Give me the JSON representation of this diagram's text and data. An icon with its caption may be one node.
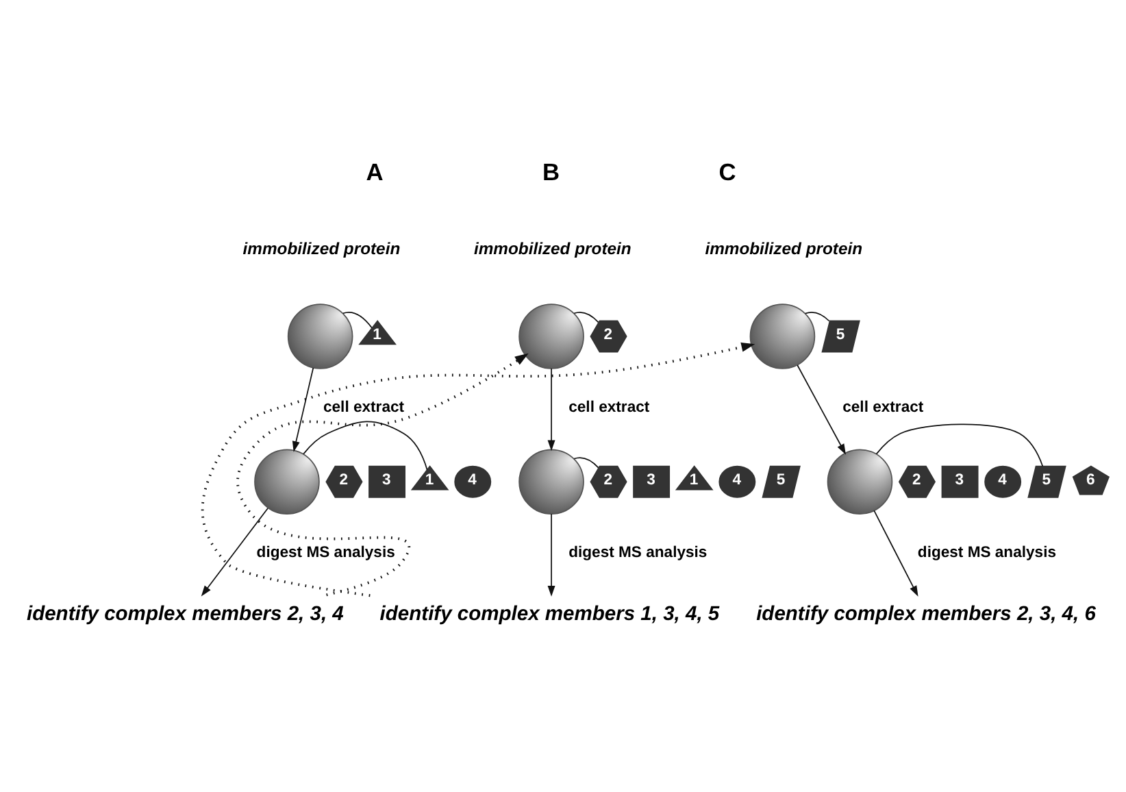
{
  "diagram": {
    "nodes": [
      {
        "text": [],
        "shape": "circle"
      },
      {
        "text": [
          "1"
        ]
      },
      {
        "text": [],
        "shape": "circle"
      },
      {
        "text": [
          "2"
        ]
      },
      {
        "text": [
          "3"
        ]
      },
      {
        "text": [
          "1"
        ]
      },
      {
        "text": [
          "4"
        ]
      },
      {
        "text": [
          "identify complex members 2, 3, 4"
        ]
      },
      {
        "text": [],
        "shape": "circle"
      },
      {
        "text": [
          "2"
        ]
      },
      {
        "text": [],
        "shape": "circle"
      },
      {
        "text": [
          "2"
        ]
      },
      {
        "text": [
          "3"
        ]
      },
      {
        "text": [
          "1"
        ]
      },
      {
        "text": [
          "4"
        ]
      },
      {
        "text": [
          "5"
        ]
      },
      {
        "text": [
          "identify complex members 1, 3, 4, 5"
        ]
      },
      {
        "text": [],
        "shape": "circle"
      },
      {
        "text": [
          "5"
        ]
      },
      {
        "text": [],
        "shape": "circle"
      },
      {
        "text": [
          "2"
        ]
      },
      {
        "text": [
          "3"
        ]
      },
      {
        "text": [
          "4"
        ]
      },
      {
        "text": [
          "5"
        ]
      },
      {
        "text": [
          "6"
        ]
      },
      {
        "text": [
          "identify complex members 2, 3, 4, 6"
        ]
      }
    ],
    "edges": [
      {
        "from": 0,
        "to": 1,
        "arrow": "none"
      },
      {
        "from": 0,
        "to": 2,
        "arrow": "to",
        "label": "cell extract"
      },
      {
        "from": 2,
        "to": 5,
        "arrow": "none"
      },
      {
        "from": 2,
        "to": 7,
        "arrow": "to",
        "label": "digest MS analysis"
      },
      {
        "from": 7,
        "to": 8,
        "arrow": "to",
        "style": "dashed"
      },
      {
        "from": 8,
        "to": 9,
        "arrow": "none"
      },
      {
        "from": 8,
        "to": 10,
        "arrow": "to",
        "label": "cell extract"
      },
      {
        "from": 10,
        "to": 11,
        "arrow": "none"
      },
      {
        "from": 10,
        "to": 16,
        "arrow": "to",
        "label": "digest MS analysis"
      },
      {
        "from": 16,
        "to": 17,
        "arrow": "to",
        "style": "dashed"
      },
      {
        "from": 17,
        "to": 18,
        "arrow": "none"
      },
      {
        "from": 17,
        "to": 19,
        "arrow": "to",
        "label": "cell extract"
      },
      {
        "from": 19,
        "to": 23,
        "arrow": "none"
      },
      {
        "from": 19,
        "to": 25,
        "arrow": "to",
        "label": "digest MS analysis"
      }
    ],
    "labels": [
      "A",
      "immobilized protein",
      "B",
      "immobilized protein",
      "C",
      "immobilized protein"
    ]
  }
}
